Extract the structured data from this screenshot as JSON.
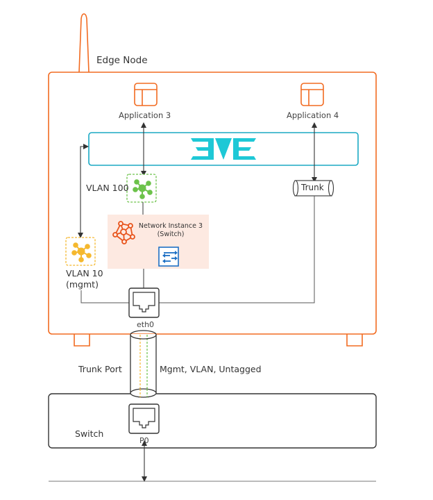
{
  "diagram": {
    "edge_node": {
      "label": "Edge Node",
      "color": "#f26b21"
    },
    "applications": [
      {
        "label": "Application 3"
      },
      {
        "label": "Application 4"
      }
    ],
    "eve_bar": {
      "logo": "eve-logo",
      "color": "#1ec8d6",
      "border": "#1aa9c4"
    },
    "vlan100": {
      "label": "VLAN 100",
      "color": "#6cc24a"
    },
    "vlan10": {
      "label_line1": "VLAN 10",
      "label_line2": "(mgmt)",
      "color": "#f5b82e"
    },
    "trunk": {
      "label": "Trunk"
    },
    "network_instance": {
      "line1": "Network Instance 3",
      "line2": "(Switch)",
      "bg": "#fde9e1",
      "switch_icon_color": "#1d6fc4"
    },
    "eth0": {
      "label": "eth0"
    },
    "trunk_port": {
      "label": "Trunk Port",
      "carries": "Mgmt, VLAN, Untagged"
    },
    "switch": {
      "label": "Switch",
      "port_label": "P0"
    }
  }
}
